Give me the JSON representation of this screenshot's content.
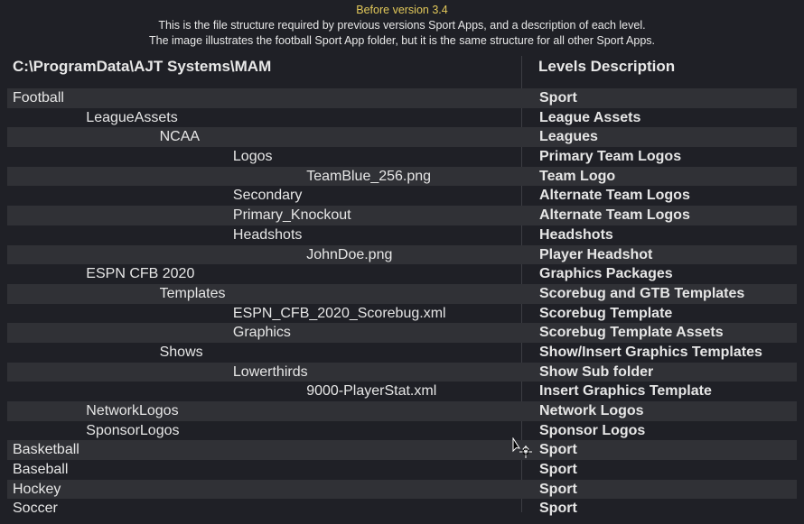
{
  "header": {
    "title": "Before version 3.4",
    "line1": "This is the file structure required by previous versions Sport Apps, and a description of each level.",
    "line2": "The image illustrates the football Sport App folder, but it is the same structure for all other Sport Apps."
  },
  "columns": {
    "path": "C:\\ProgramData\\AJT Systems\\MAM",
    "description": "Levels Description"
  },
  "rows": [
    {
      "name": "Football",
      "level": 0,
      "desc": "Sport"
    },
    {
      "name": "LeagueAssets",
      "level": 1,
      "desc": "League Assets"
    },
    {
      "name": "NCAA",
      "level": 2,
      "desc": "Leagues"
    },
    {
      "name": "Logos",
      "level": 3,
      "desc": "Primary Team Logos"
    },
    {
      "name": "TeamBlue_256.png",
      "level": 4,
      "desc": "Team Logo"
    },
    {
      "name": "Secondary",
      "level": 3,
      "desc": "Alternate Team Logos"
    },
    {
      "name": "Primary_Knockout",
      "level": 3,
      "desc": "Alternate Team Logos"
    },
    {
      "name": "Headshots",
      "level": 3,
      "desc": "Headshots"
    },
    {
      "name": "JohnDoe.png",
      "level": 4,
      "desc": "Player Headshot"
    },
    {
      "name": "ESPN CFB 2020",
      "level": 1,
      "desc": "Graphics Packages"
    },
    {
      "name": "Templates",
      "level": 2,
      "desc": "Scorebug and GTB Templates"
    },
    {
      "name": "ESPN_CFB_2020_Scorebug.xml",
      "level": 3,
      "desc": "Scorebug Template"
    },
    {
      "name": "Graphics",
      "level": 3,
      "desc": "Scorebug Template Assets"
    },
    {
      "name": "Shows",
      "level": 2,
      "desc": "Show/Insert Graphics Templates"
    },
    {
      "name": "Lowerthirds",
      "level": 3,
      "desc": "Show Sub folder"
    },
    {
      "name": "9000-PlayerStat.xml",
      "level": 4,
      "desc": "Insert Graphics Template"
    },
    {
      "name": "NetworkLogos",
      "level": 1,
      "desc": "Network Logos"
    },
    {
      "name": "SponsorLogos",
      "level": 1,
      "desc": "Sponsor Logos"
    },
    {
      "name": "Basketball",
      "level": 0,
      "desc": "Sport"
    },
    {
      "name": "Baseball",
      "level": 0,
      "desc": "Sport"
    },
    {
      "name": "Hockey",
      "level": 0,
      "desc": "Sport"
    },
    {
      "name": "Soccer",
      "level": 0,
      "desc": "Sport"
    }
  ]
}
